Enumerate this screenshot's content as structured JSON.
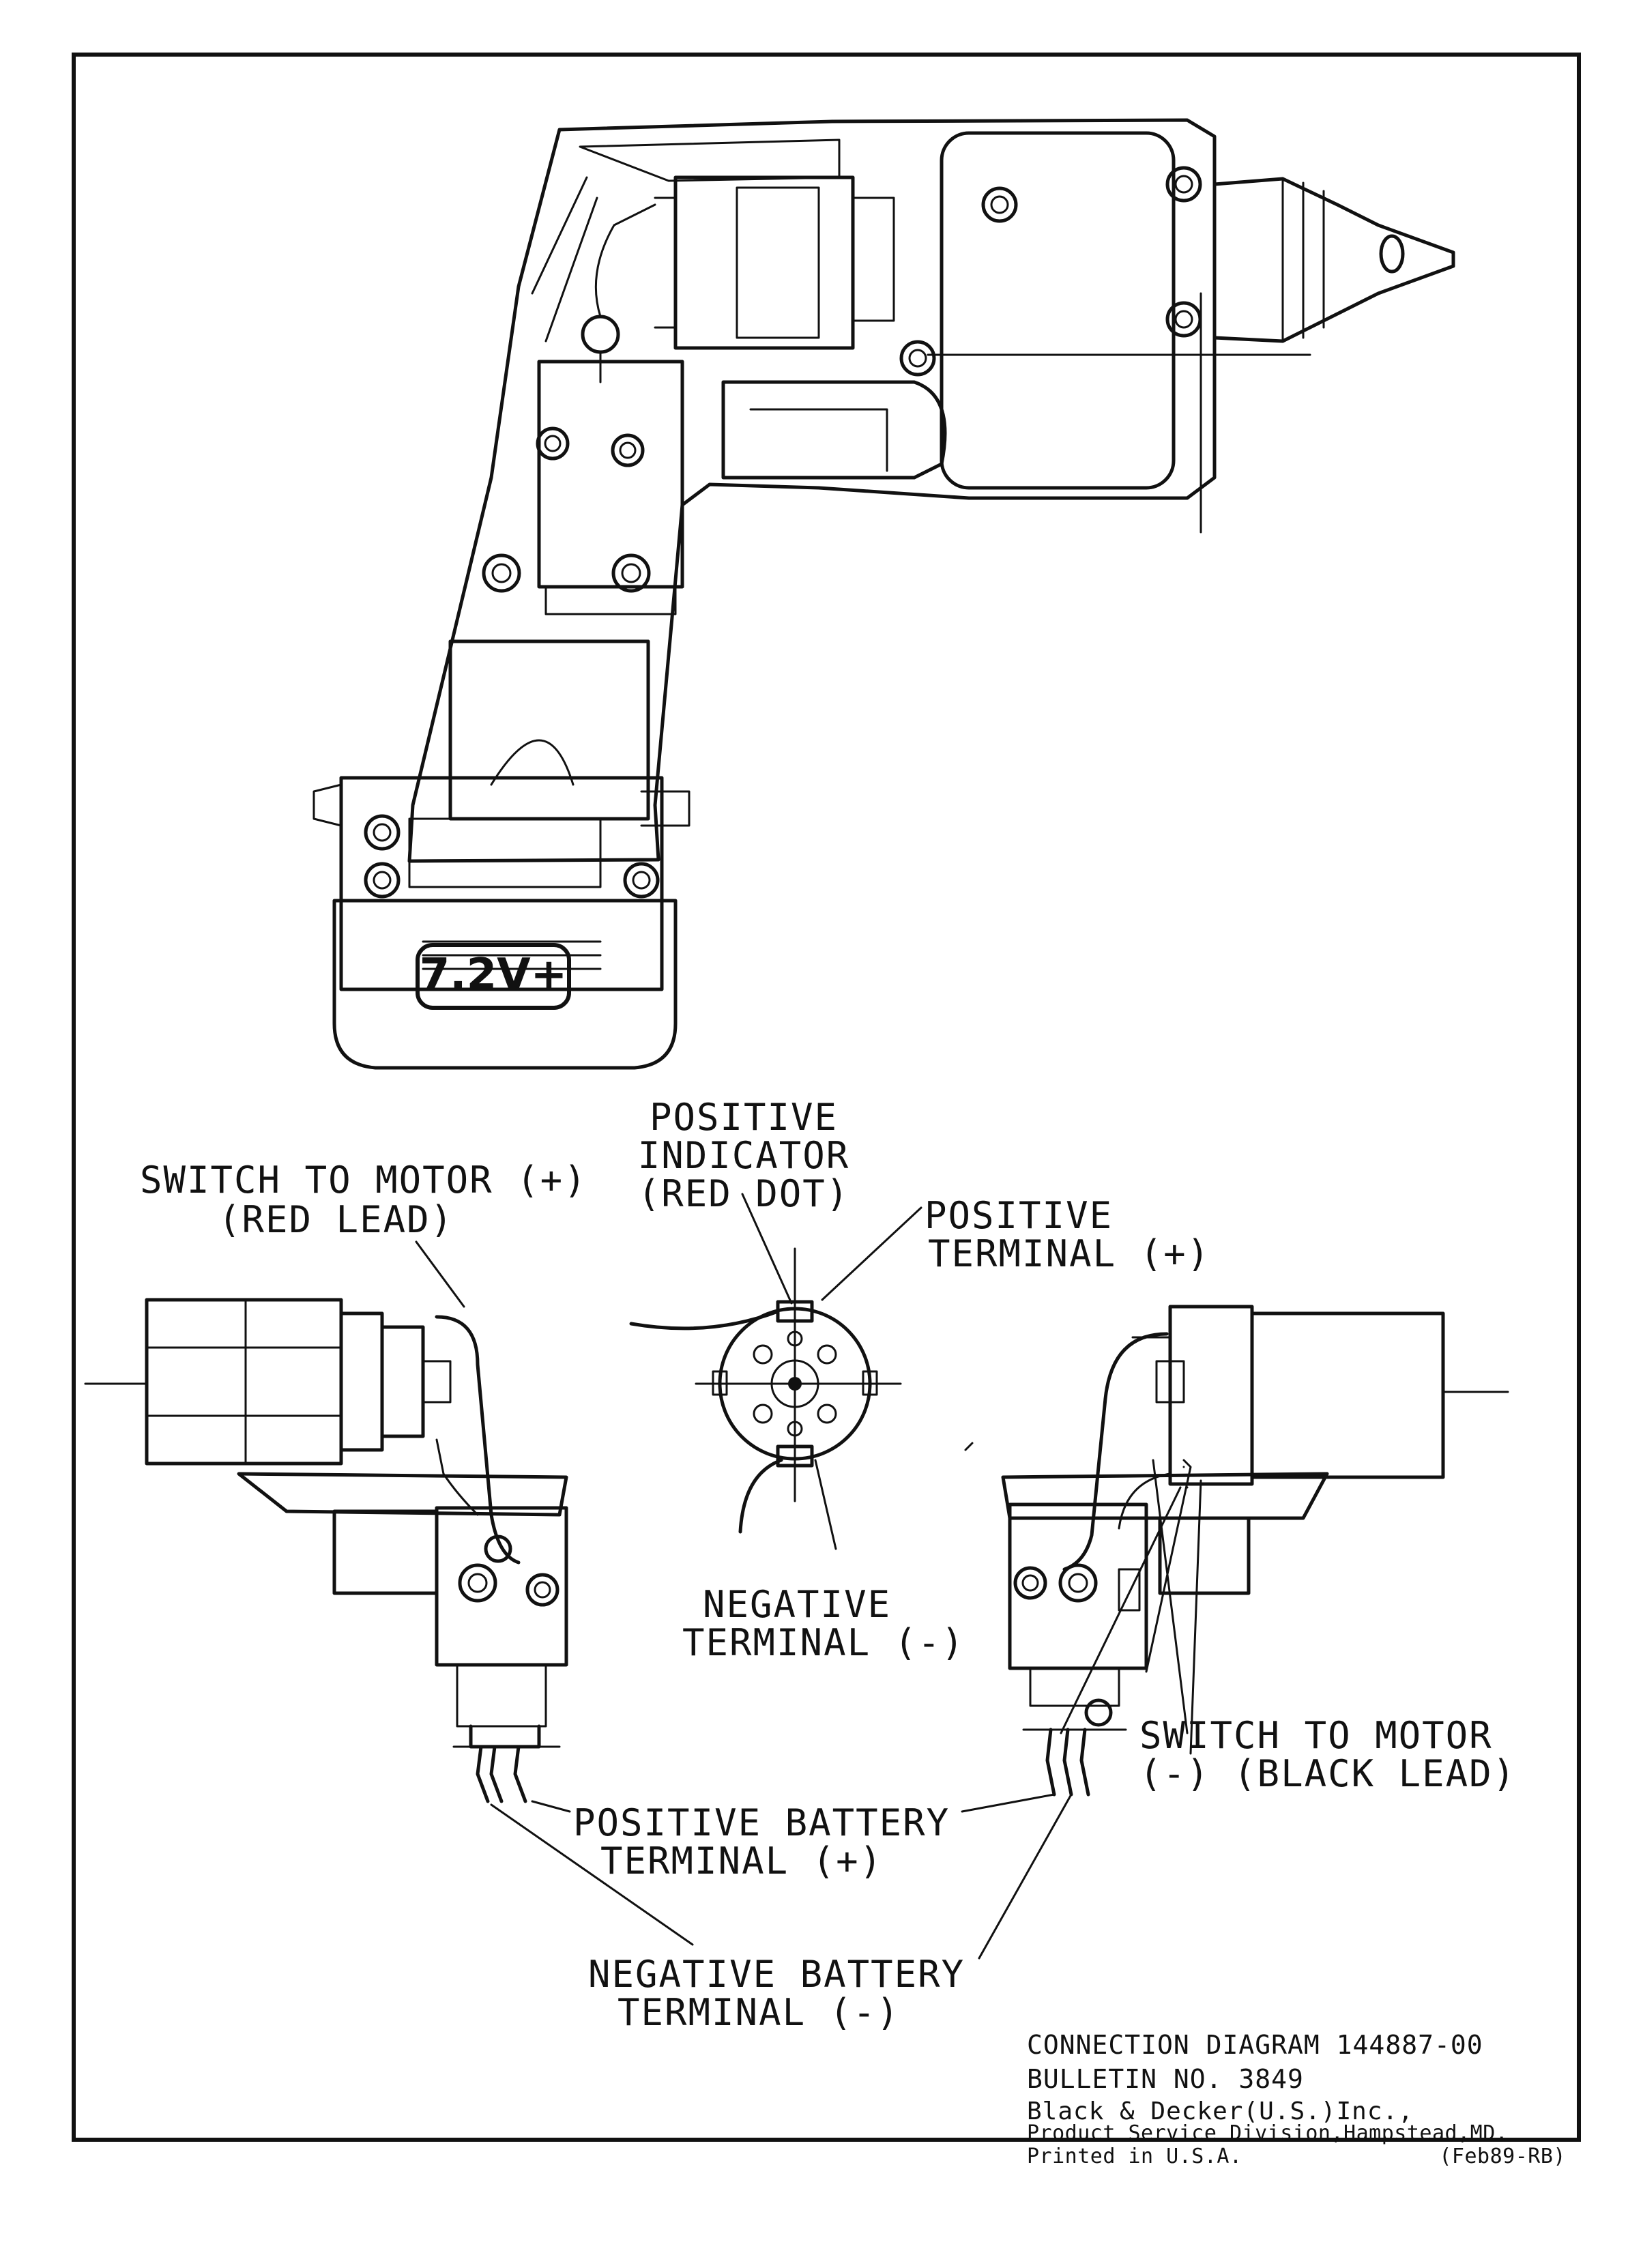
{
  "battery_badge": "7.2V+",
  "labels": {
    "switch_to_motor_pos": [
      "SWITCH TO MOTOR (+)",
      "(RED LEAD)"
    ],
    "positive_indicator": [
      "POSITIVE",
      "INDICATOR",
      "(RED DOT)"
    ],
    "positive_terminal": [
      "POSITIVE",
      "TERMINAL (+)"
    ],
    "negative_terminal": [
      "NEGATIVE",
      "TERMINAL (-)"
    ],
    "switch_to_motor_neg": [
      "SWITCH TO MOTOR",
      "(-)   (BLACK LEAD)"
    ],
    "positive_battery_terminal": [
      "POSITIVE BATTERY",
      "TERMINAL (+)"
    ],
    "negative_battery_terminal": [
      "NEGATIVE BATTERY",
      "TERMINAL (-)"
    ]
  },
  "footer": {
    "line1": "CONNECTION DIAGRAM 144887-00",
    "line2": "BULLETIN NO. 3849",
    "line3": "Black & Decker(U.S.)Inc.,",
    "line4": "Product Service Division,Hampstead,MD.",
    "line5": "Printed in U.S.A.",
    "line5_right": "(Feb89-RB)"
  }
}
